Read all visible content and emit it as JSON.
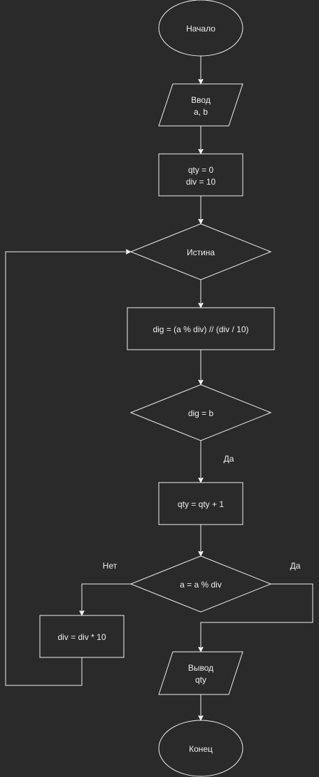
{
  "colors": {
    "background": "#2a2a2a",
    "stroke": "#f0f0f0",
    "text": "#f0f0f0"
  },
  "nodes": {
    "start": {
      "shape": "ellipse",
      "text": "Начало"
    },
    "input": {
      "shape": "parallelogram",
      "line1": "Ввод",
      "line2": "a, b"
    },
    "init": {
      "shape": "rectangle",
      "line1": "qty = 0",
      "line2": "div = 10"
    },
    "loop": {
      "shape": "diamond",
      "text": "Истина"
    },
    "calc": {
      "shape": "rectangle",
      "text": "dig = (a % div) // (div / 10)"
    },
    "check_digit": {
      "shape": "diamond",
      "text": "dig = b"
    },
    "increment": {
      "shape": "rectangle",
      "text": "qty = qty + 1"
    },
    "check_end": {
      "shape": "diamond",
      "text": "a = a % div"
    },
    "multiply": {
      "shape": "rectangle",
      "text": "div = div * 10"
    },
    "output": {
      "shape": "parallelogram",
      "line1": "Вывод",
      "line2": "qty"
    },
    "end": {
      "shape": "ellipse",
      "text": "Конец"
    }
  },
  "edge_labels": {
    "check_digit_yes": "Да",
    "check_end_no": "Нет",
    "check_end_yes": "Да"
  }
}
